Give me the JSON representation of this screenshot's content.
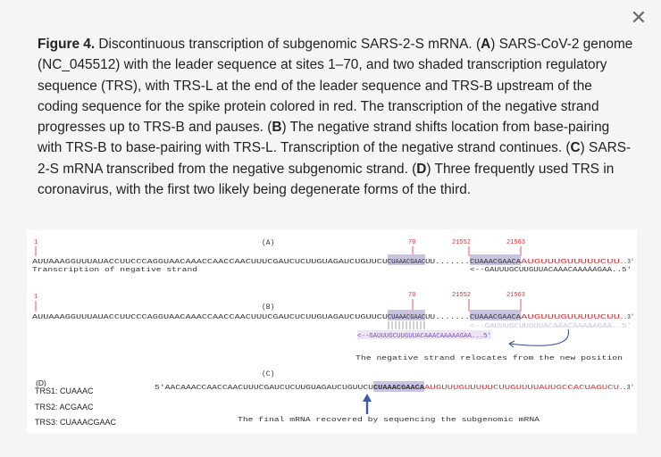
{
  "close_icon": "close-icon",
  "caption": {
    "fig_label": "Figure 4.",
    "p0": " Discontinuous transcription of subgenomic SARS-2-S mRNA. (",
    "A": "A",
    "p1": ") SARS-CoV-2 genome (NC_045512) with the leader sequence at sites 1–70, and two shaded transcription regulatory sequence (TRS), with TRS-L at the end of the leader sequence and TRS-B upstream of the coding sequence for the spike protein colored in red. The transcription of the negative strand progresses up to TRS-B and pauses. (",
    "B": "B",
    "p2": ") The negative strand shifts location from base-pairing with TRS-B to base-pairing with TRS-L. Transcription of the negative strand continues. (",
    "C": "C",
    "p3": ") SARS-2-S mRNA transcribed from the negative subgenomic strand. (",
    "D": "D",
    "p4": ") Three frequently used TRS in coronavirus, with the first two likely being degenerate forms of the third."
  },
  "figure": {
    "panelA": {
      "label": "(A)",
      "pos1": "1",
      "pos70": "70",
      "pos21552": "21552",
      "pos21563": "21563",
      "seq_pre": "AUUAAAGGUUUAUACCUUCCCAGGUAACAAACCAACCAACUUUCGAUCUCUUGUAGAUCUGUUCU",
      "seq_trsl": "CUAAACGAAC",
      "seq_mid": "UU.......",
      "seq_trsb": "CUAAACGAACA",
      "seq_red": "AUGUUUGUUUUUCUU",
      "seq_end": "..3'",
      "neg_label": "Transcription of negative strand",
      "neg_seq": "<--GAUUUGCUUGUUACAAACAAAAAGAA..5'"
    },
    "panelB": {
      "label": "(B)",
      "pos1": "1",
      "pos70": "70",
      "pos21552": "21552",
      "pos21563": "21563",
      "neg_faded": "<--GAUUUGCUUGUUACAAACAAAAAGAA..5'",
      "neg_shifted": "<--GAUUUGCUUGUUACAAACAAAAAGAA...5'",
      "note": "The negative strand relocates from the new position"
    },
    "panelC": {
      "label": "(C)",
      "seq_pre": "5'AACAAACCAACCAACUUUCGAUCUCUUGUAGAUCUGUUCU",
      "seq_trs": "CUAAACGAACA",
      "seq_red": "AUGUUUGUUUUUCUUGUUUUAUUGCCACUAGUCU",
      "seq_end": "..3'",
      "note": "The final mRNA recovered by sequencing the subgenomic mRNA"
    },
    "panelD": {
      "label": "(D)",
      "trs": [
        "TRS1: CUAAAC",
        "TRS2: ACGAAC",
        "TRS3: CUAAACGAAC"
      ]
    }
  },
  "colors": {
    "highlight": "#c9c2e0",
    "red": "#d93030",
    "blue_arrow": "#3b5ca8",
    "purple_text": "#8a4cb0",
    "arc_blue": "#2d4d9a"
  }
}
